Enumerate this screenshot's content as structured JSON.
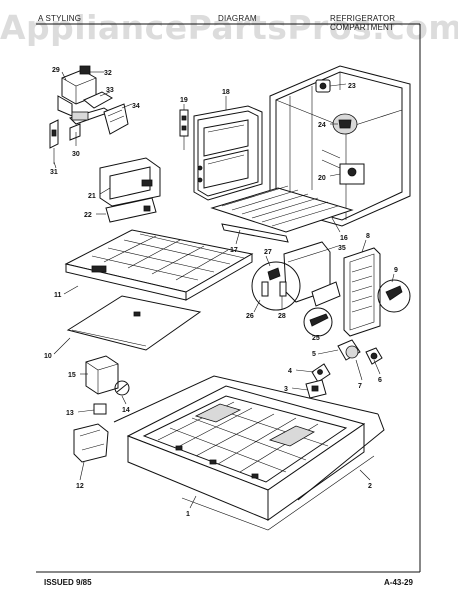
{
  "header": {
    "left": "A STYLING",
    "middle": "DIAGRAM",
    "right": "REFRIGERATOR COMPARTMENT"
  },
  "watermark": "AppliancePartsPros.com",
  "footer": {
    "issued": "ISSUED 9/85",
    "page_code": "A-43-29"
  },
  "callouts": [
    "1",
    "2",
    "3",
    "4",
    "5",
    "6",
    "7",
    "8",
    "9",
    "10",
    "11",
    "12",
    "13",
    "14",
    "15",
    "16",
    "17",
    "18",
    "19",
    "20",
    "21",
    "22",
    "23",
    "24",
    "25",
    "26",
    "27",
    "28",
    "29",
    "30",
    "31",
    "32",
    "33",
    "34",
    "35"
  ]
}
